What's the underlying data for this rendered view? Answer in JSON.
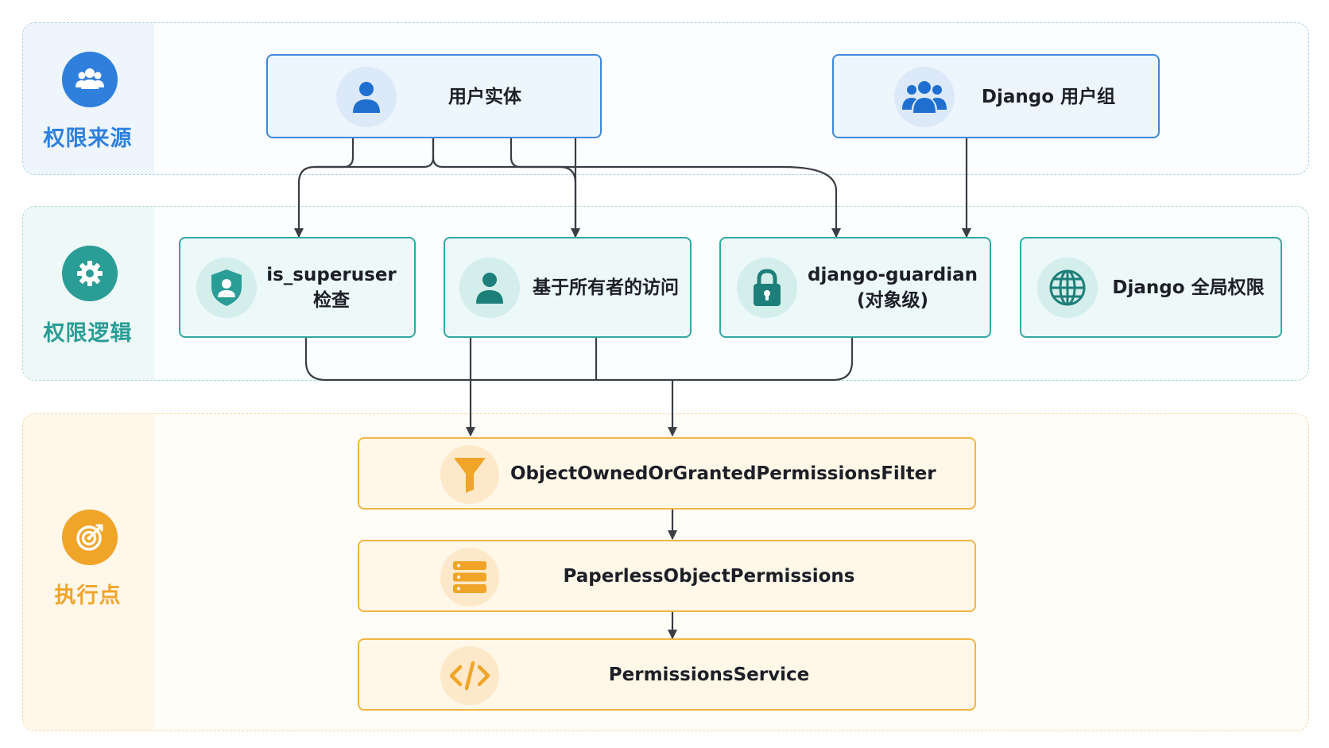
{
  "lanes": {
    "source": {
      "label": "权限来源",
      "icon": "users-icon",
      "color": "#2f80dd"
    },
    "logic": {
      "label": "权限逻辑",
      "icon": "gear-icon",
      "color": "#2a9d96"
    },
    "execution": {
      "label": "执行点",
      "icon": "target-icon",
      "color": "#f0a428"
    }
  },
  "nodes": {
    "user_entity": {
      "label": "用户实体",
      "icon": "user-icon"
    },
    "django_group": {
      "label": "Django 用户组",
      "icon": "users-icon"
    },
    "is_superuser": {
      "line1": "is_superuser",
      "line2": "检查",
      "icon": "shield-user-icon"
    },
    "owner_access": {
      "label": "基于所有者的访问",
      "icon": "user-icon"
    },
    "guardian": {
      "line1": "django-guardian",
      "line2": "(对象级)",
      "icon": "lock-icon"
    },
    "global_perms": {
      "label": "Django 全局权限",
      "icon": "globe-icon"
    },
    "filter": {
      "label": "ObjectOwnedOrGrantedPermissionsFilter",
      "icon": "funnel-icon"
    },
    "paperless_perms": {
      "label": "PaperlessObjectPermissions",
      "icon": "server-icon"
    },
    "perm_service": {
      "label": "PermissionsService",
      "icon": "code-icon"
    }
  }
}
